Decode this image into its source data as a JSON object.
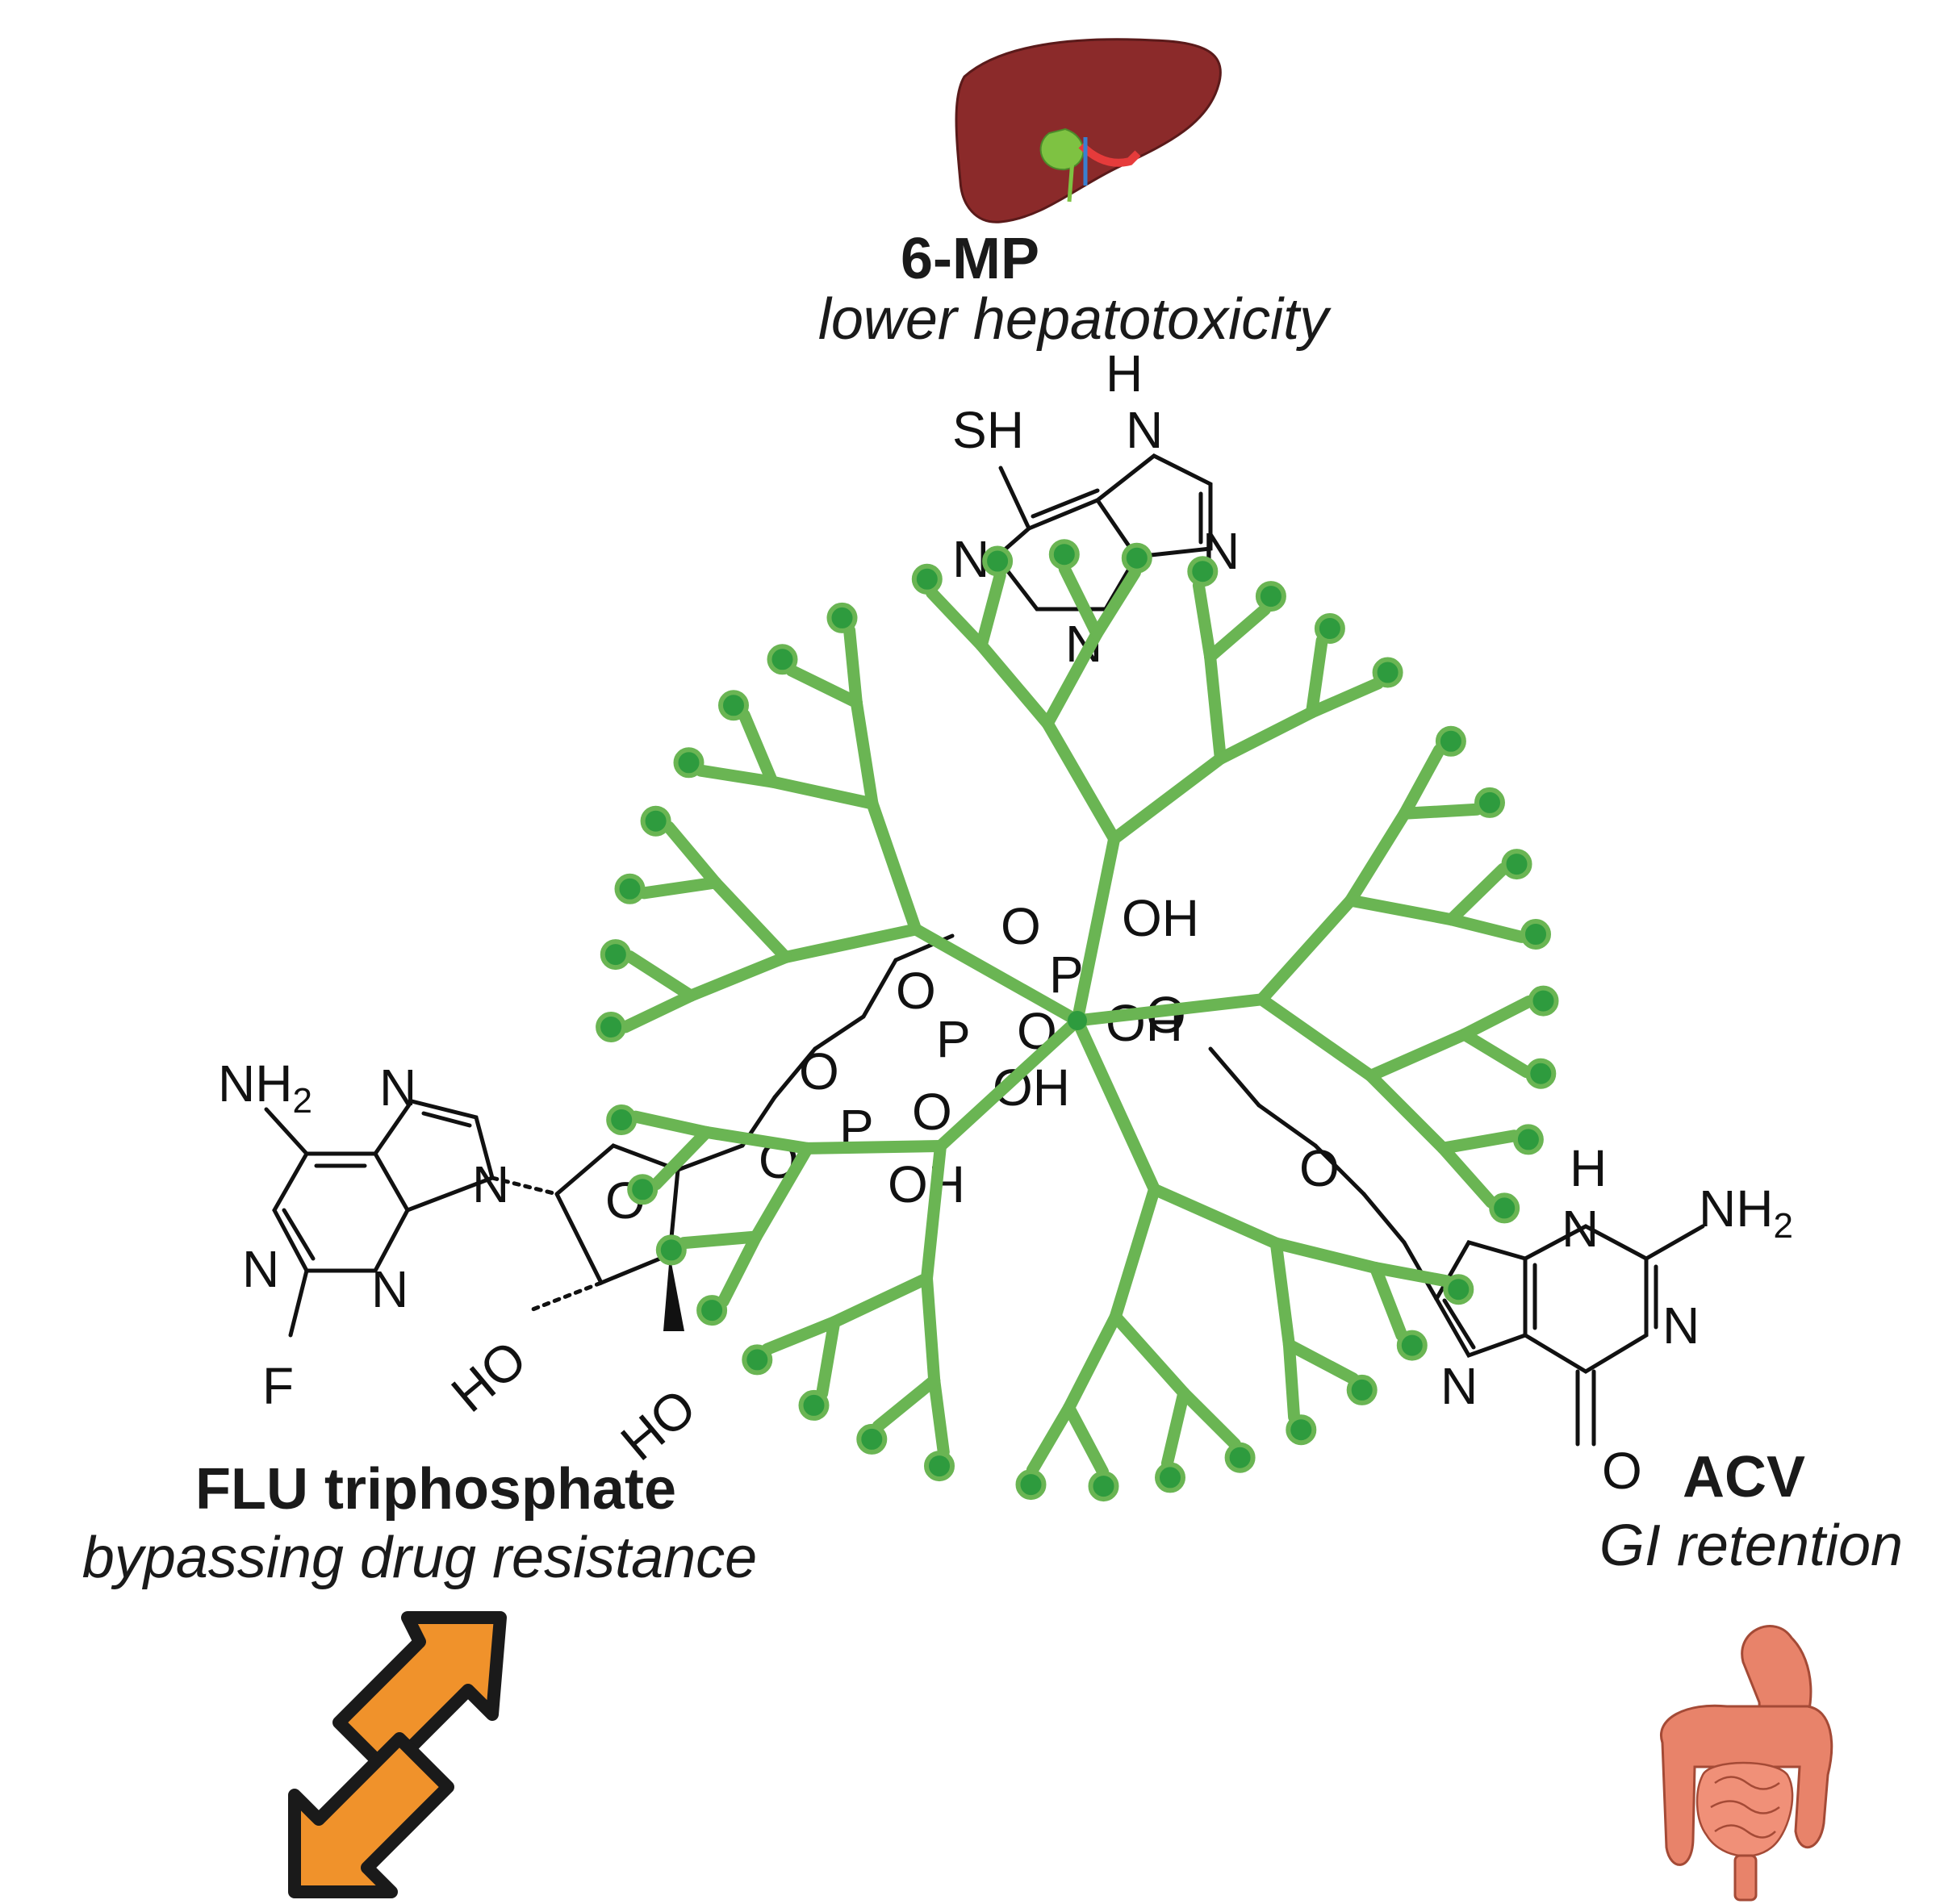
{
  "labels": {
    "mp": {
      "title": "6-MP",
      "subtitle": "lower hepatotoxicity"
    },
    "flu": {
      "title": "FLU triphosphate",
      "subtitle": "bypassing drug resistance"
    },
    "acv": {
      "title": "ACV",
      "subtitle": "GI retention"
    }
  },
  "atoms": {
    "sh": "SH",
    "n": "N",
    "h": "H",
    "o": "O",
    "oh": "OH",
    "ho": "HO",
    "f": "F",
    "nh2": "NH",
    "sub2": "2",
    "p": "P"
  },
  "colors": {
    "dendrimer": "#6ab553",
    "dendrimer_node": "#2e9b3e",
    "liver": "#8b2a2a",
    "gallbladder": "#7ec242",
    "intestine": "#e8836a",
    "arrow_fill": "#f0922b",
    "arrow_outline": "#1a1a1a"
  },
  "icons": [
    "liver-icon",
    "intestine-icon",
    "exchange-arrows-icon"
  ]
}
